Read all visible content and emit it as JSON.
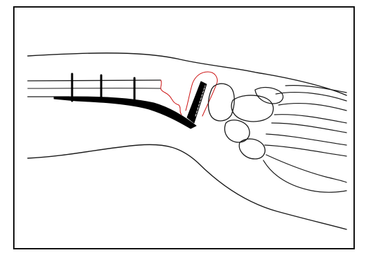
{
  "figure": {
    "description_visible_text": "",
    "colors": {
      "outline": "#1a1a1a",
      "plate": "#000000",
      "fracture_line": "#cc1111",
      "background": "#ffffff"
    },
    "parts": [
      "forearm-outline",
      "radius-bone",
      "ulna-bone",
      "volar-plate",
      "screws",
      "fracture-line",
      "distal-fragment",
      "carpal-bones",
      "metacarpals"
    ]
  }
}
